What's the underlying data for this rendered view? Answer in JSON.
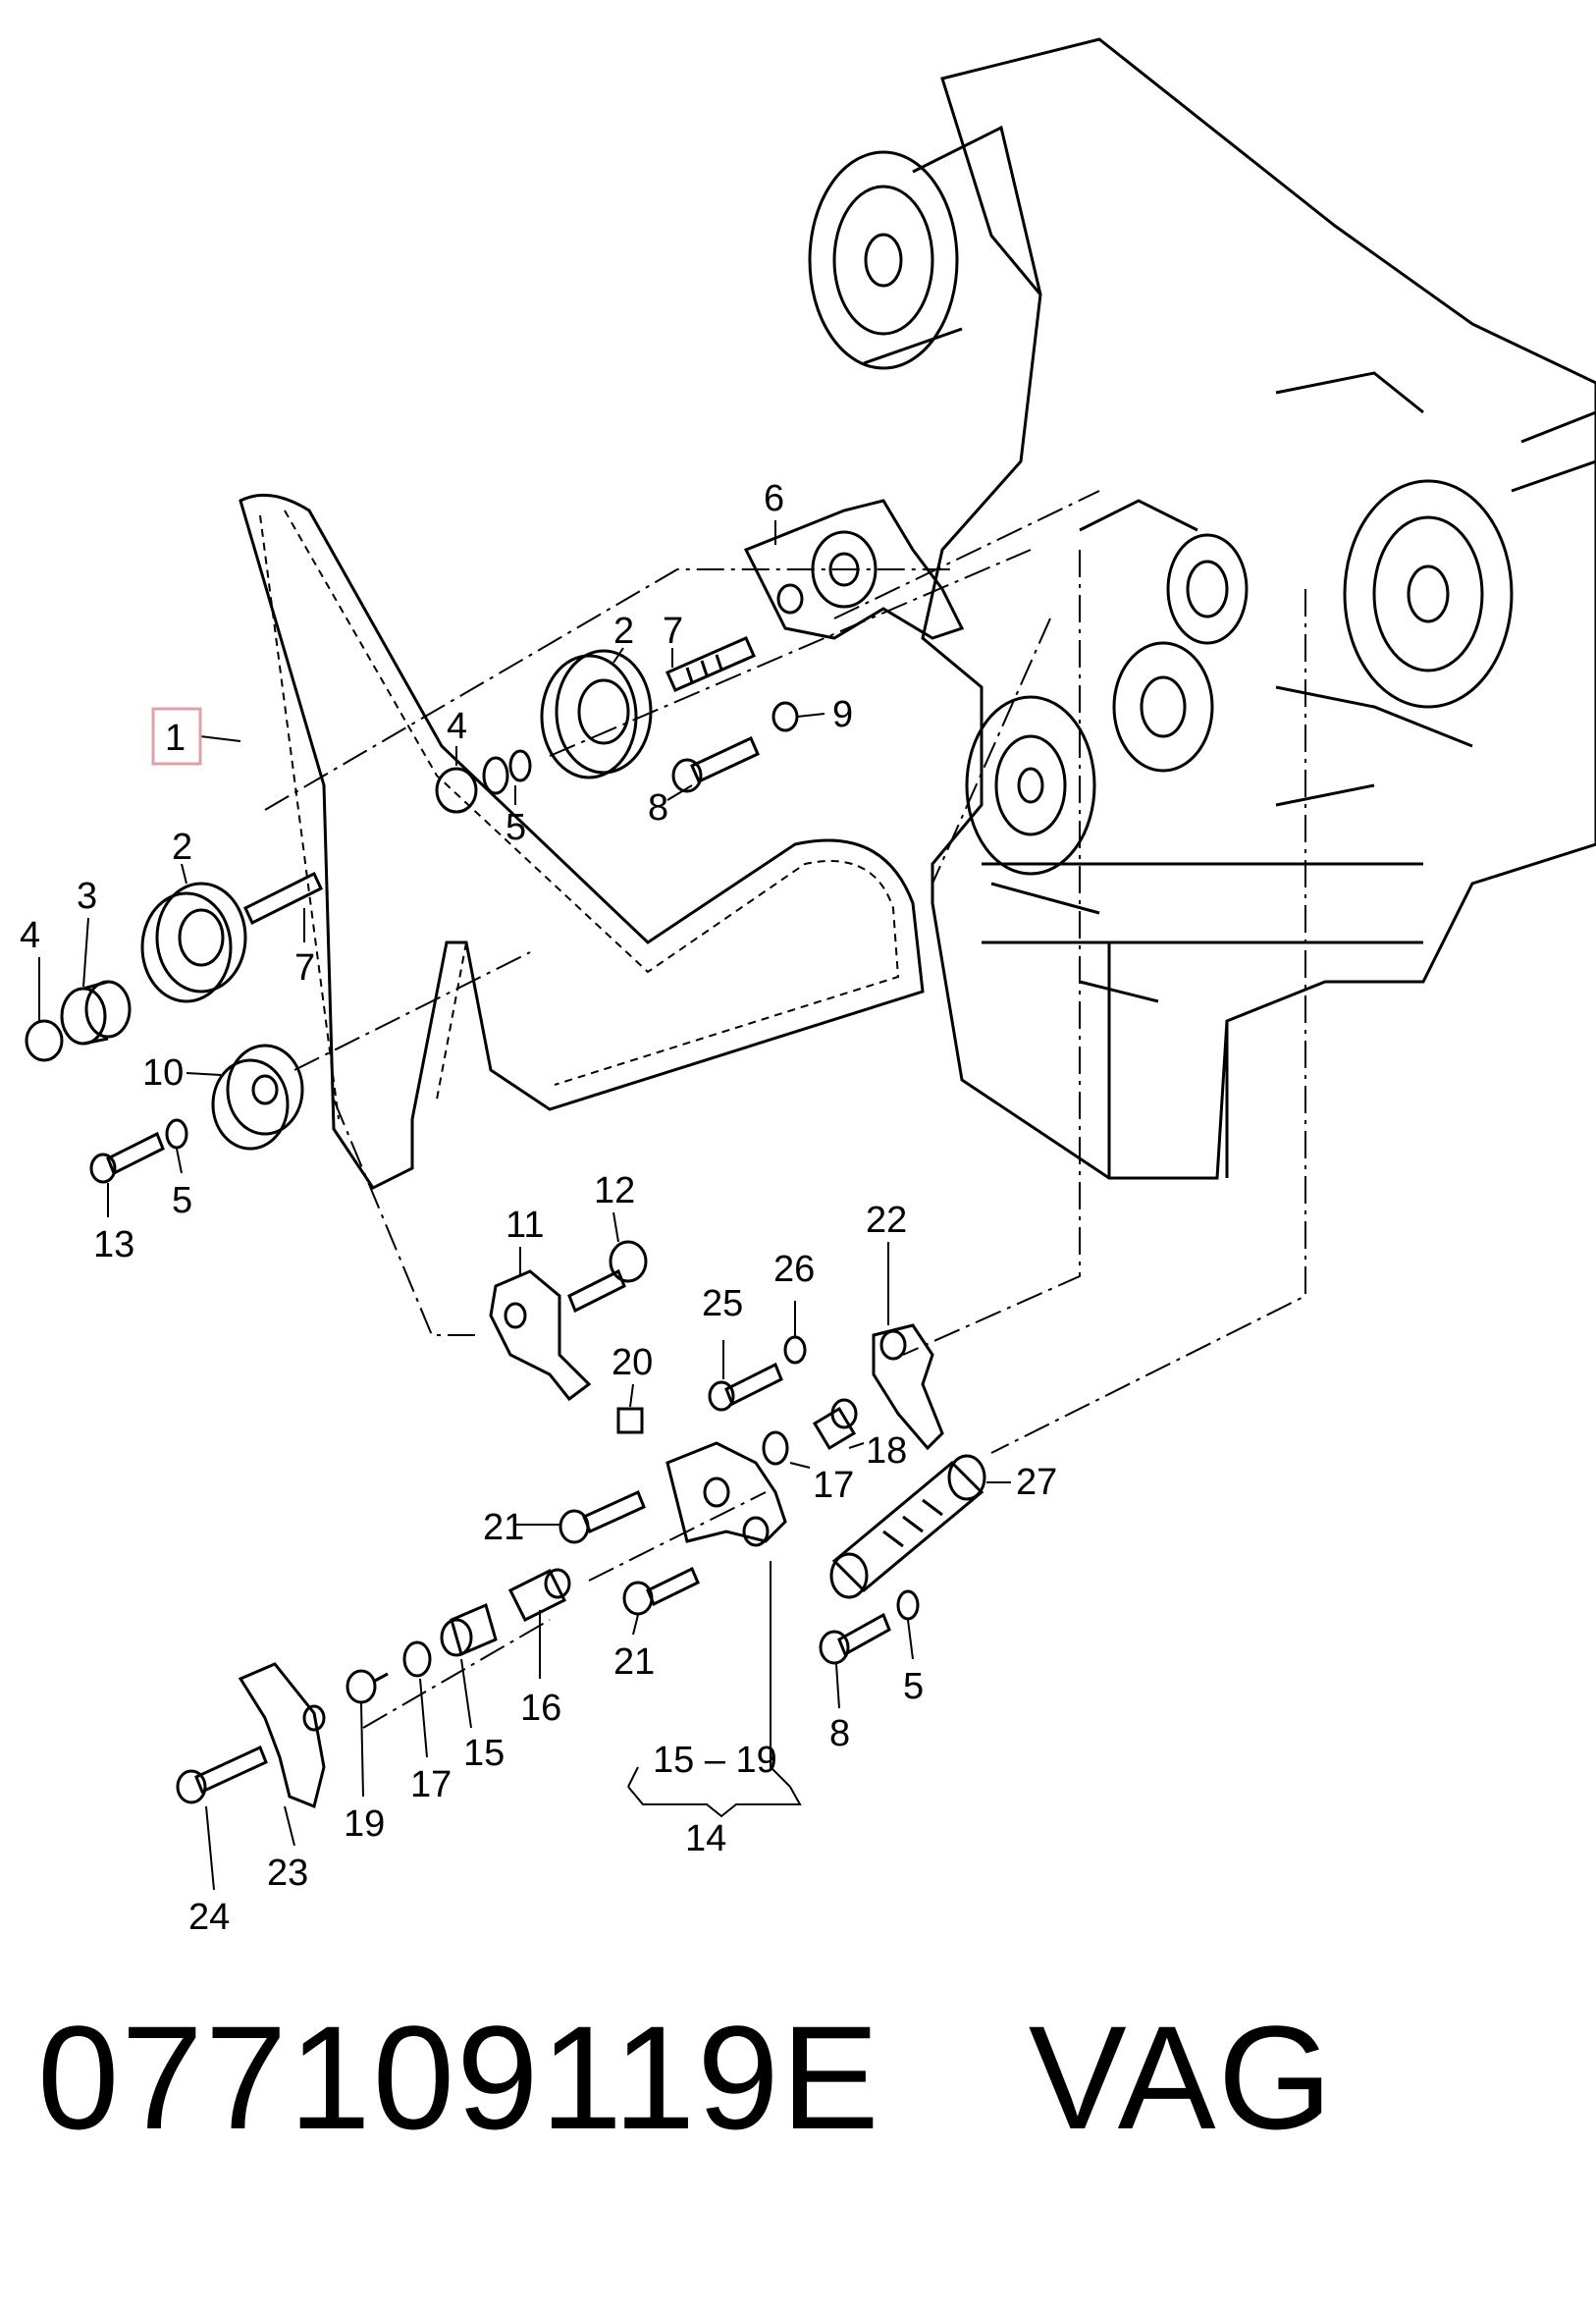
{
  "callouts": [
    {
      "id": "p1",
      "text": "1"
    },
    {
      "id": "p2a",
      "text": "2"
    },
    {
      "id": "p2b",
      "text": "2"
    },
    {
      "id": "p3",
      "text": "3"
    },
    {
      "id": "p4a",
      "text": "4"
    },
    {
      "id": "p4b",
      "text": "4"
    },
    {
      "id": "p5a",
      "text": "5"
    },
    {
      "id": "p5b",
      "text": "5"
    },
    {
      "id": "p5c",
      "text": "5"
    },
    {
      "id": "p6",
      "text": "6"
    },
    {
      "id": "p7a",
      "text": "7"
    },
    {
      "id": "p7b",
      "text": "7"
    },
    {
      "id": "p8a",
      "text": "8"
    },
    {
      "id": "p8b",
      "text": "8"
    },
    {
      "id": "p9",
      "text": "9"
    },
    {
      "id": "p10",
      "text": "10"
    },
    {
      "id": "p11",
      "text": "11"
    },
    {
      "id": "p12",
      "text": "12"
    },
    {
      "id": "p13",
      "text": "13"
    },
    {
      "id": "p14",
      "text": "14"
    },
    {
      "id": "p1519",
      "text": "15 – 19"
    },
    {
      "id": "p15",
      "text": "15"
    },
    {
      "id": "p16",
      "text": "16"
    },
    {
      "id": "p17a",
      "text": "17"
    },
    {
      "id": "p17b",
      "text": "17"
    },
    {
      "id": "p18",
      "text": "18"
    },
    {
      "id": "p19",
      "text": "19"
    },
    {
      "id": "p20",
      "text": "20"
    },
    {
      "id": "p21a",
      "text": "21"
    },
    {
      "id": "p21b",
      "text": "21"
    },
    {
      "id": "p22",
      "text": "22"
    },
    {
      "id": "p23",
      "text": "23"
    },
    {
      "id": "p24",
      "text": "24"
    },
    {
      "id": "p25",
      "text": "25"
    },
    {
      "id": "p26",
      "text": "26"
    },
    {
      "id": "p27",
      "text": "27"
    }
  ],
  "highlight_color": "#e0a0a8",
  "footer": {
    "part_number": "077109119E",
    "brand": "VAG"
  }
}
